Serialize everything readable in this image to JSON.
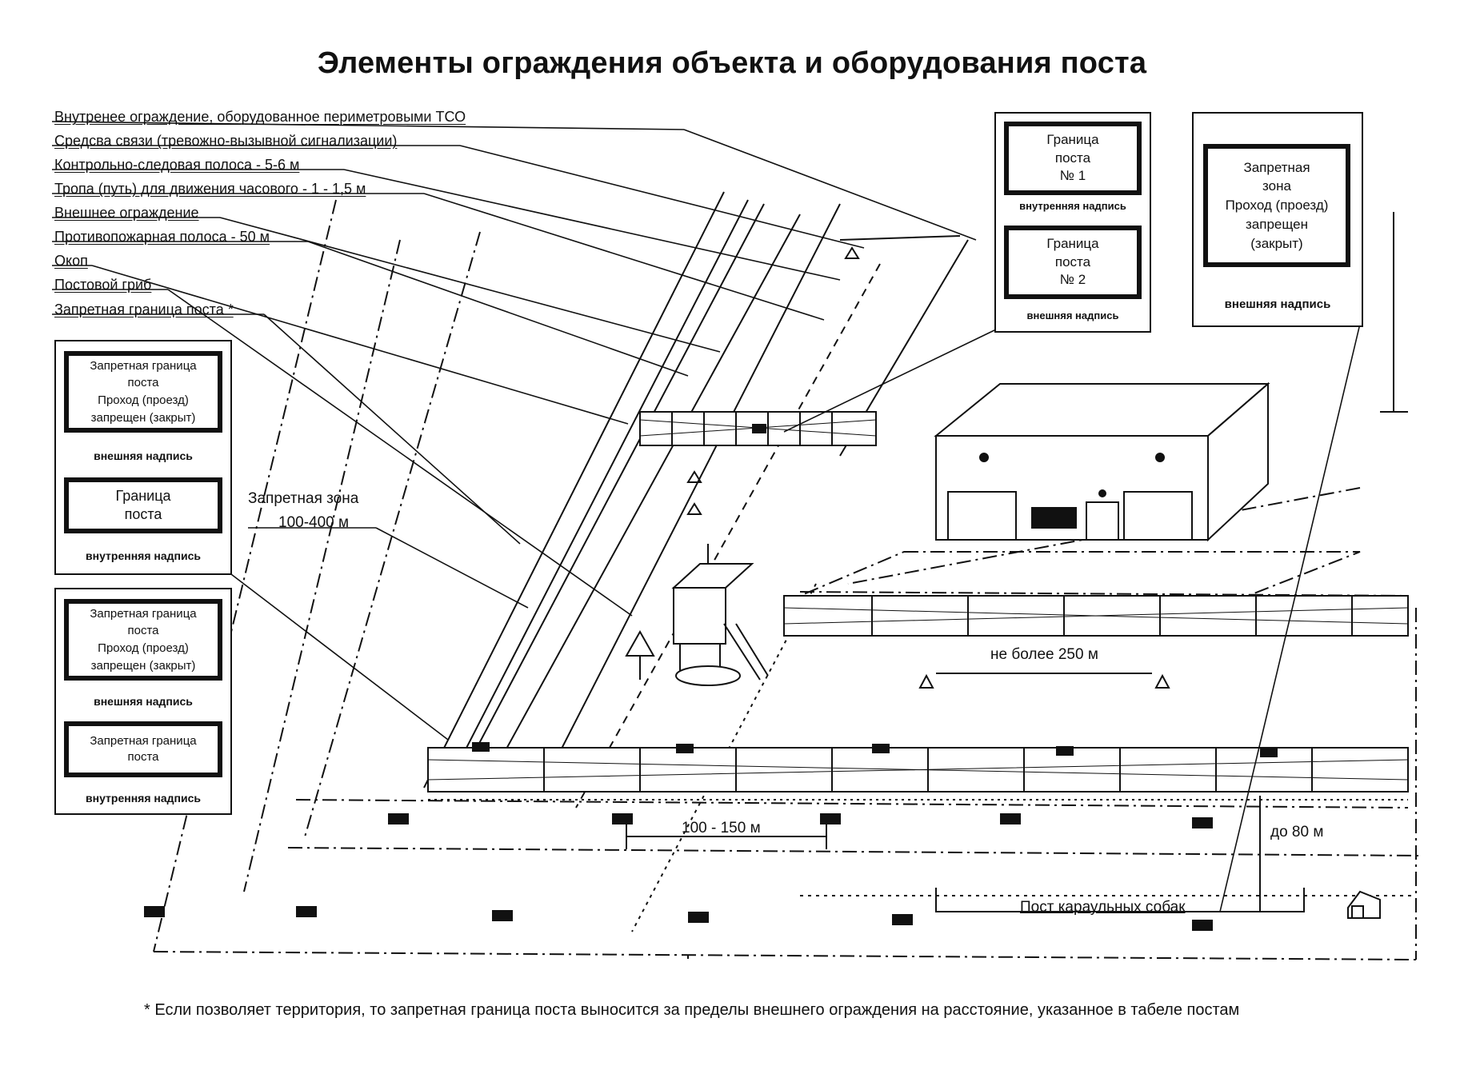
{
  "title": "Элементы ограждения объекта и оборудования поста",
  "callouts": [
    "Внутренее ограждение, оборудованное периметровыми ТСО",
    "Средсва связи (тревожно-вызывной сигнализации)",
    "Контрольно-следовая полоса - 5-6 м",
    "Тропа (путь) для движения часового - 1 - 1,5 м",
    "Внешнее ограждение",
    "Противопожарная полоса - 50 м",
    "Окоп",
    "Постовой гриб",
    "Запретная граница поста *"
  ],
  "signs": {
    "left1": {
      "text": "Запретная граница\nпоста\nПроход (проезд)\nзапрещен (закрыт)",
      "caption": "внешняя надпись"
    },
    "left2": {
      "text": "Граница\nпоста",
      "caption": "внутренняя надпись"
    },
    "left3": {
      "text": "Запретная граница\nпоста\nПроход (проезд)\nзапрещен (закрыт)",
      "caption": "внешняя надпись"
    },
    "left4": {
      "text": "Запретная граница\nпоста",
      "caption": "внутренняя надпись"
    },
    "top1": {
      "text": "Граница\nпоста\n№ 1",
      "caption": "внутренняя надпись"
    },
    "top2": {
      "text": "Граница\nпоста\n№ 2",
      "caption": "внешняя надпись"
    },
    "top3": {
      "text": "Запретная\nзона\nПроход (проезд)\nзапрещен\n(закрыт)",
      "caption": "внешняя надпись"
    }
  },
  "labels": {
    "zone": "Запретная зона",
    "zone_dist": "100-400 м",
    "max_250": "не более 250 м",
    "dist_100_150": "100 - 150 м",
    "up_to_80": "до 80 м",
    "dogs": "Пост караульных собак"
  },
  "footnote": "* Если позволяет территория, то запретная граница поста выносится за пределы внешнего ограждения на расстояние, указанное в табеле постам"
}
